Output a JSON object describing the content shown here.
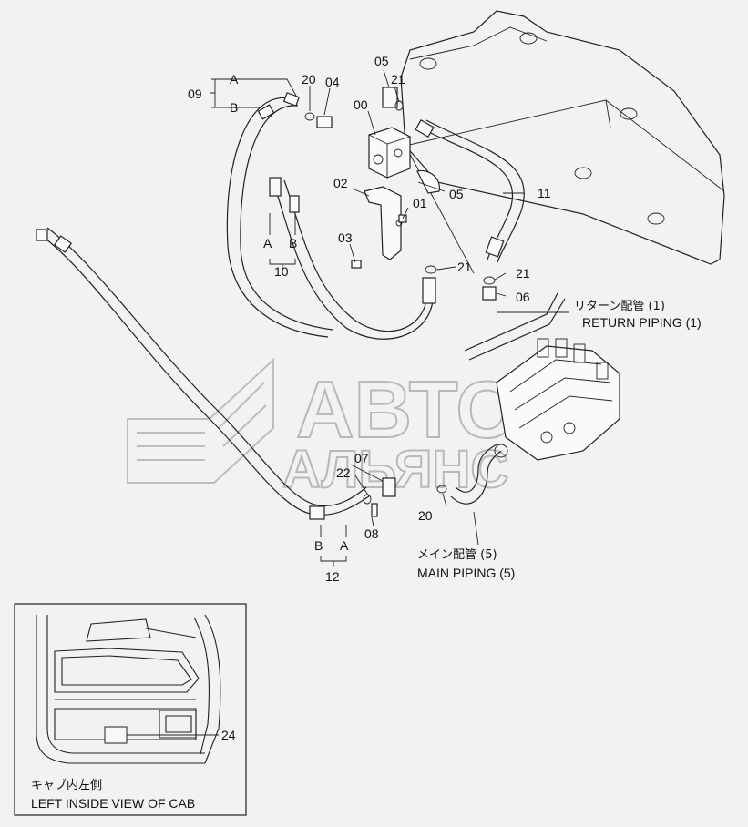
{
  "parts": {
    "p00": "00",
    "p01": "01",
    "p02": "02",
    "p03": "03",
    "p04": "04",
    "p05a": "05",
    "p05b": "05",
    "p06": "06",
    "p07": "07",
    "p08": "08",
    "p09": "09",
    "p10": "10",
    "p11": "11",
    "p12": "12",
    "p20a": "20",
    "p20b": "20",
    "p21a": "21",
    "p21b": "21",
    "p21c": "21",
    "p22": "22",
    "p24": "24"
  },
  "hose_ends": {
    "h09_a": "A",
    "h09_b": "B",
    "h10_a": "A",
    "h10_b": "B",
    "h12_b": "B",
    "h12_a": "A"
  },
  "callouts": {
    "return_jp": "リターン配管 (1)",
    "return_en": "RETURN PIPING (1)",
    "main_jp": "メイン配管 (5)",
    "main_en": "MAIN PIPING (5)"
  },
  "inset": {
    "caption_jp": "キャブ内左側",
    "caption_en": "LEFT INSIDE VIEW OF CAB"
  },
  "watermark": {
    "line1": "АВТО",
    "line2": "АЛЬЯНС"
  }
}
